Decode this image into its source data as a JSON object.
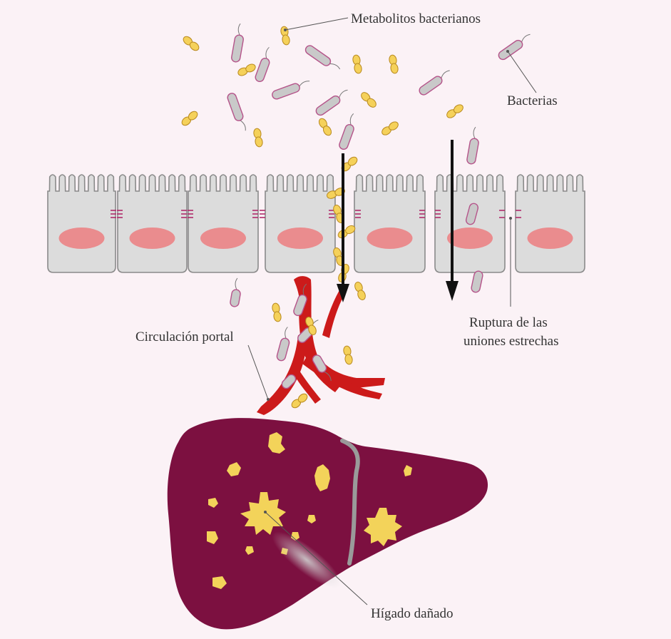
{
  "labels": {
    "metabolites": "Metabolitos bacterianos",
    "bacteria": "Bacterias",
    "portal": "Circulación portal",
    "tight_junction_line1": "Ruptura de las",
    "tight_junction_line2": "uniones estrechas",
    "liver": "Hígado dañado"
  },
  "colors": {
    "background": "#fbf2f6",
    "cell_fill": "#dcdcdc",
    "cell_stroke": "#8a8a8a",
    "nucleus": "#ea8c8e",
    "junction": "#b02a6a",
    "bacteria_fill": "#c9c9c9",
    "bacteria_stroke": "#b5548a",
    "metabolite": "#f5d15a",
    "metabolite_stroke": "#b98a20",
    "vessel": "#cc1a1a",
    "liver": "#7c1040",
    "liver_spots": "#f3d35a",
    "arrow": "#111111"
  }
}
